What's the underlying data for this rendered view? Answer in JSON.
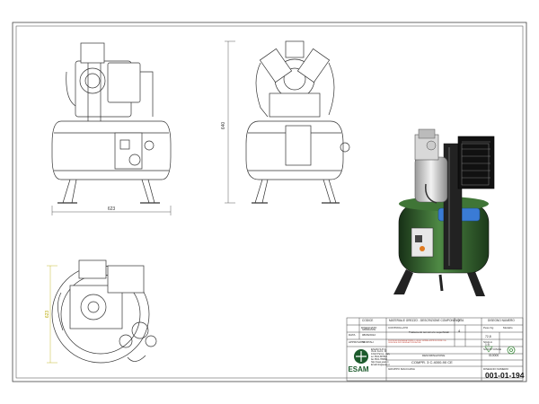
{
  "drawing": {
    "dimensions": {
      "front_width": "623",
      "side_height": "640",
      "top_depth": "623"
    }
  },
  "title_block": {
    "headers": {
      "codice": "CODICE",
      "materiale": "MATERIALE GREZZO - DESCRIZIONE COMPONENTE",
      "qta": "Q.TA",
      "disegno_numero": "DISEGNO NUMERO",
      "disegnato": "DISEGNATO",
      "controllato": "CONTROLLATO",
      "trattamenti": "Trattamenti termici e/o superficiali",
      "peso": "Peso Kg",
      "modello": "Modello",
      "data": "DATA",
      "scala": "SCALA",
      "approvato": "APPROVATO",
      "sostituisce": "SOSTITUISCE",
      "denominazione": "DENOMINAZIONE",
      "gruppo": "GRUPPO MACCHINA",
      "disegno_numero2": "DISEGNO NUMERO"
    },
    "values": {
      "designer": "GBINDANTE",
      "date": "08/06/2012",
      "approver": "MORTALI",
      "weight": "72,8",
      "scale": "1:5",
      "flag": "4",
      "replaces": "010000",
      "denomination": "COMPR. 3 C.4000-90 CE",
      "drawing_number": "001-01-194"
    },
    "legal_note": "PROPRIETA' RISERVATA A TERMINI DI LEGGE. VIETATA LA RIPRODUZIONE O LA CESSIONE A TERZI SENZA AUTORIZZAZIONE",
    "company": {
      "logo": "ESAM",
      "name": "ESAM S.P.A.",
      "address": "Via E. Fermi, 19",
      "city": "43122 Parma - Italy",
      "tel": "tel. 0521-887812",
      "fax": "fax 0521-789666",
      "web": "http://www.esam.it",
      "email": "Email:info@esam.it"
    }
  },
  "colors": {
    "line": "#333333",
    "tank_green": "#2f5a2a",
    "tank_green_light": "#4f8a45",
    "hose_blue": "#3a7bd5",
    "accent_orange": "#e07a1f"
  }
}
